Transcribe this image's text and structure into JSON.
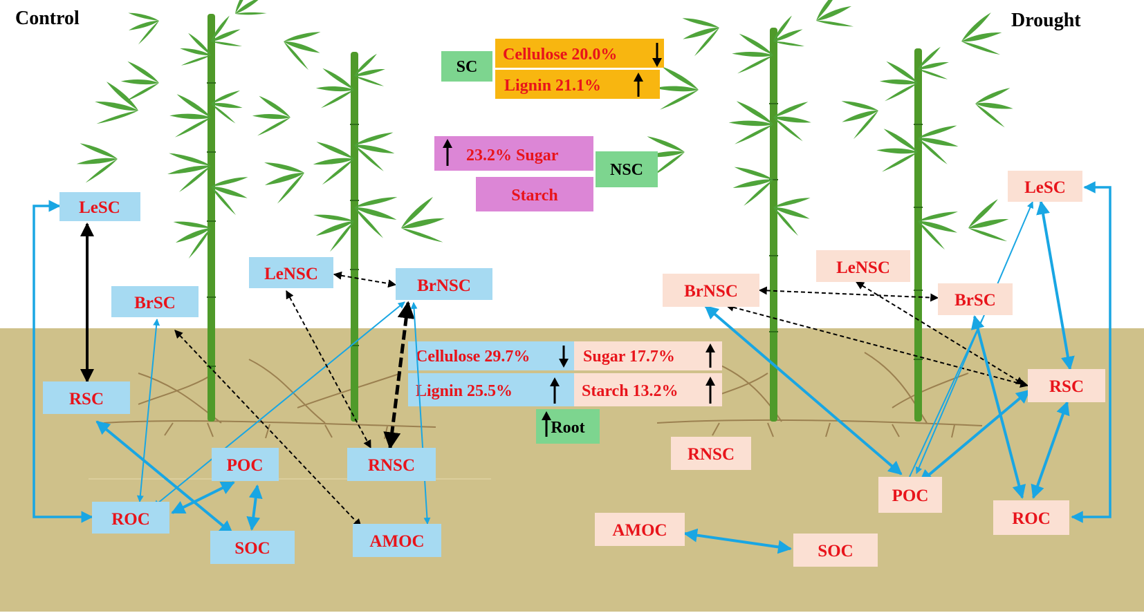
{
  "titles": {
    "control": "Control",
    "drought": "Drought"
  },
  "colors": {
    "soil": "#cfc18a",
    "sky": "#ffffff",
    "control_box": "#a6daf2",
    "drought_box": "#fbe0d3",
    "red_text": "#e8141b",
    "sc_box": "#7dd58f",
    "orange_box": "#f8b610",
    "pink_box": "#dc86d6",
    "blue_arrow": "#19a6e3",
    "black_arrow": "#000000",
    "bamboo_stem": "#4f9a2a",
    "bamboo_leaf": "#4fa43a"
  },
  "control_nodes": {
    "lesc": "LeSC",
    "brsc": "BrSC",
    "rsc": "RSC",
    "lensc": "LeNSC",
    "brnsc": "BrNSC",
    "rnsc": "RNSC",
    "poc": "POC",
    "roc": "ROC",
    "soc": "SOC",
    "amoc": "AMOC"
  },
  "drought_nodes": {
    "lesc": "LeSC",
    "lensc": "LeNSC",
    "brnsc": "BrNSC",
    "brsc": "BrSC",
    "rsc": "RSC",
    "rnsc": "RNSC",
    "poc": "POC",
    "roc": "ROC",
    "amoc": "AMOC",
    "soc": "SOC"
  },
  "legend_top": {
    "sc": "SC",
    "cellulose": "Cellulose 20.0%",
    "lignin": "Lignin 21.1%",
    "nsc": "NSC",
    "sugar": "23.2% Sugar",
    "starch": "Starch"
  },
  "legend_root": {
    "cellulose": "Cellulose 29.7%",
    "lignin": "Lignin 25.5%",
    "sugar": "Sugar 17.7%",
    "starch": "Starch 13.2%",
    "root": "Root"
  },
  "icons": {
    "down": "arrow-down-icon",
    "up": "arrow-up-icon"
  }
}
